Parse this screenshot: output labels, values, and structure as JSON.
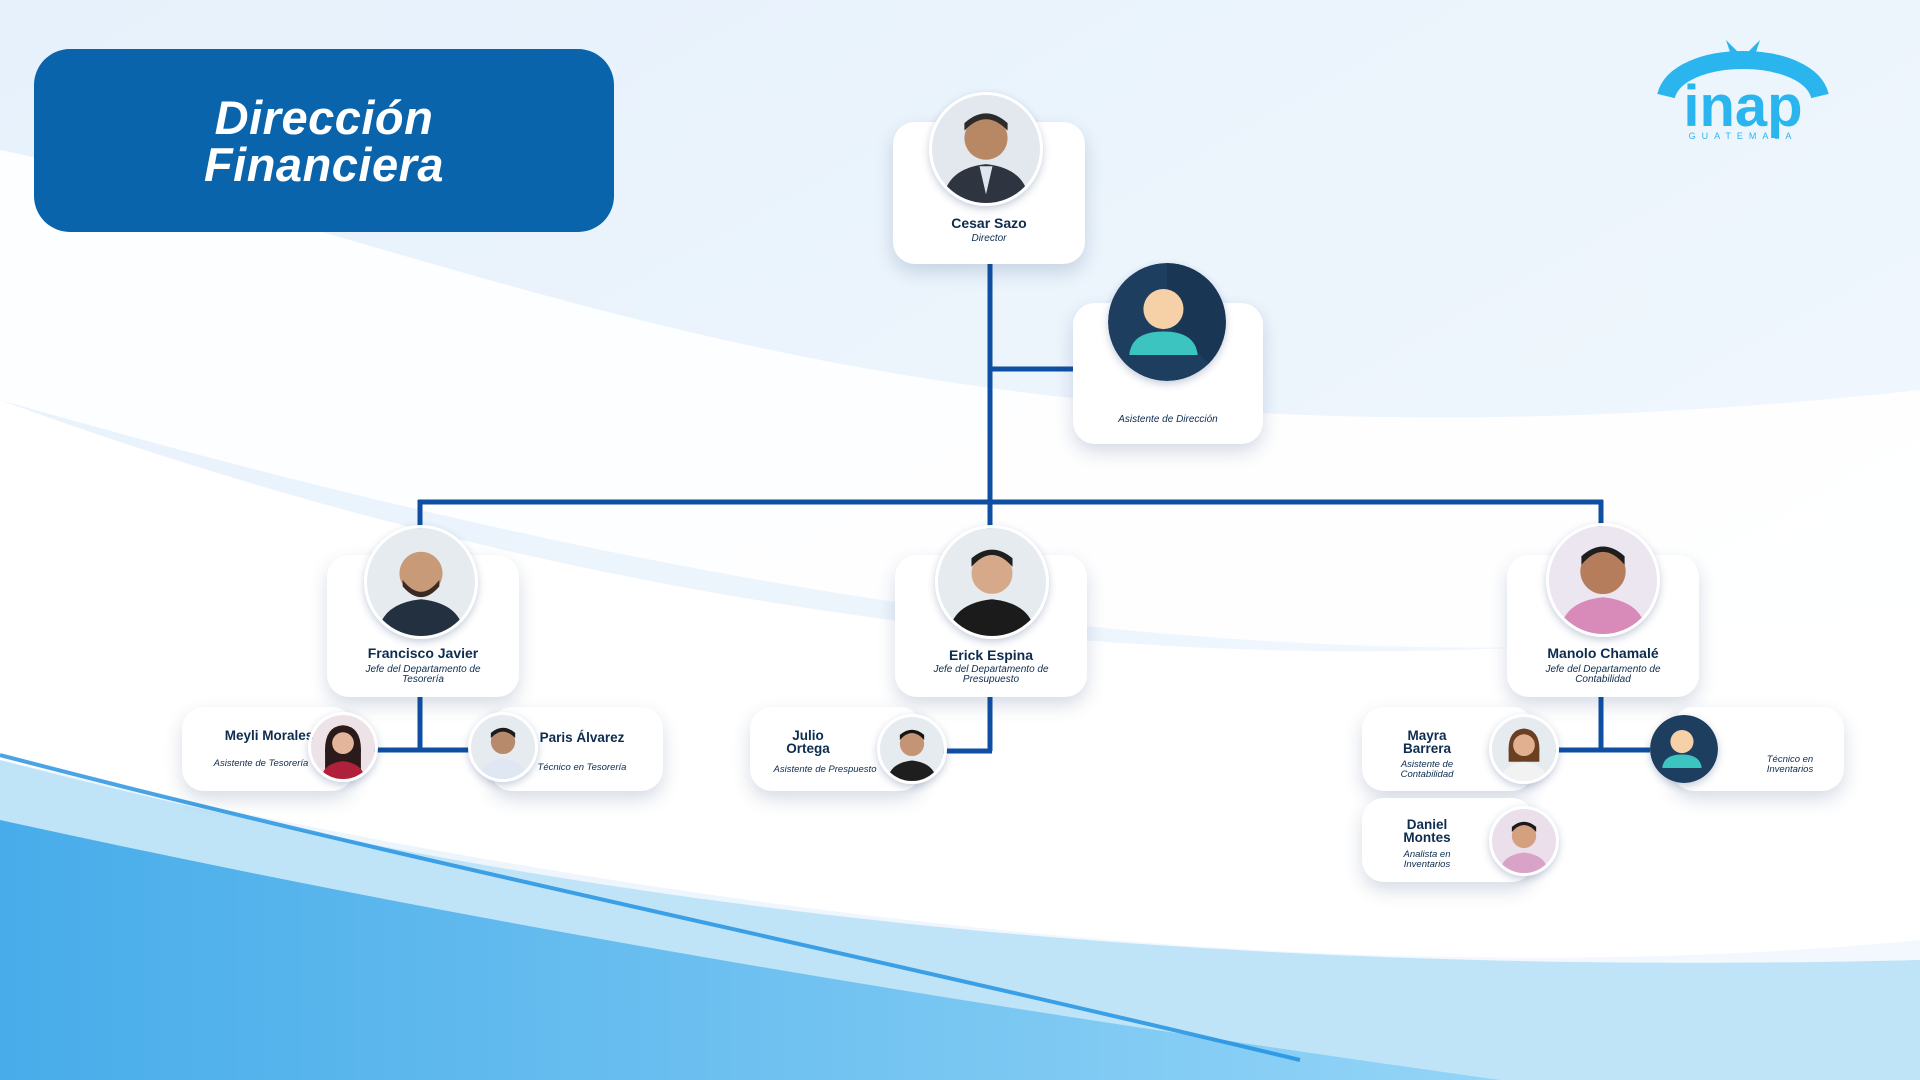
{
  "header": {
    "title_line1": "Dirección",
    "title_line2": "Financiera"
  },
  "logo": {
    "wordmark": "inap",
    "subtitle": "GUATEMALA",
    "color": "#2bb5ee"
  },
  "colors": {
    "title_bg": "#0a64ab",
    "connector": "#0e4fa3",
    "text": "#0d2c4e"
  },
  "director": {
    "name": "Cesar Sazo",
    "role": "Director"
  },
  "assistant": {
    "name": "",
    "role": "Asistente de Dirección"
  },
  "departments": [
    {
      "name": "Francisco Javier",
      "role": "Jefe del Departamento de Tesorería",
      "staff": [
        {
          "name": "Meyli Morales",
          "role": "Asistente de Tesorería"
        },
        {
          "name": "Paris Álvarez",
          "role": "Técnico en Tesorería"
        }
      ]
    },
    {
      "name": "Erick Espina",
      "role": "Jefe del Departamento de Presupuesto",
      "staff": [
        {
          "name": "Julio Ortega",
          "role": "Asistente de Prespuesto"
        }
      ]
    },
    {
      "name": "Manolo Chamalé",
      "role": "Jefe del Departamento de Contabilidad",
      "staff": [
        {
          "name": "Mayra Barrera",
          "role": "Asistente de Contabilidad"
        },
        {
          "name": "",
          "role": "Técnico en Inventarios"
        },
        {
          "name": "Daniel Montes",
          "role": "Analista en Inventarios"
        }
      ]
    }
  ]
}
